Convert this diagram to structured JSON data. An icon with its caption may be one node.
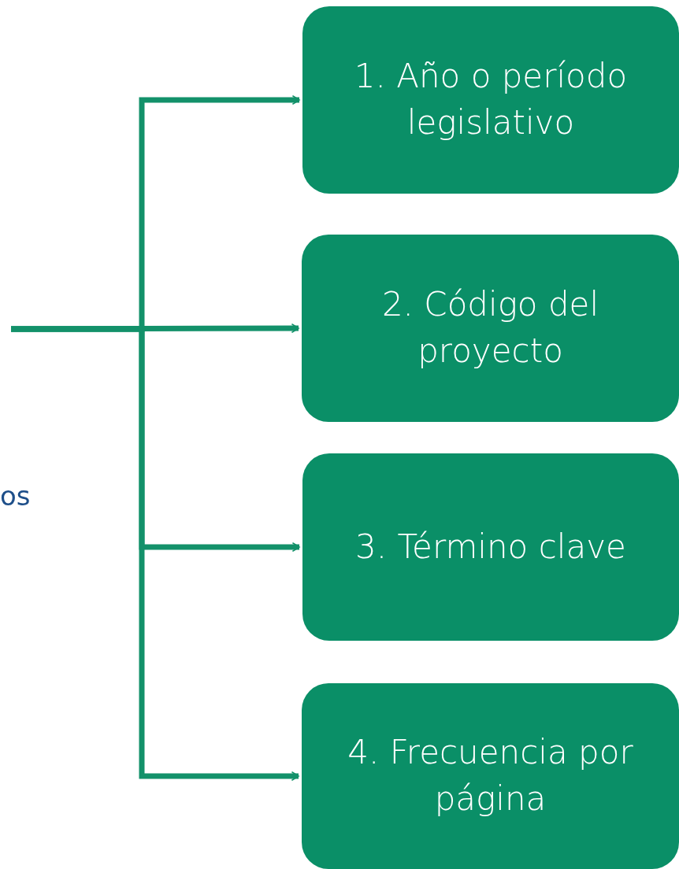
{
  "diagram": {
    "nodes": [
      {
        "text": [
          "1. Año o período legislativo"
        ]
      },
      {
        "text": [
          "2. Código del proyecto"
        ]
      },
      {
        "text": [
          "3. Término clave"
        ]
      },
      {
        "text": [
          "4. Frecuencia por página"
        ]
      }
    ],
    "edges": [
      {
        "from": null,
        "to": 0,
        "arrow": "to"
      },
      {
        "from": null,
        "to": 1,
        "arrow": "to"
      },
      {
        "from": null,
        "to": 2,
        "arrow": "to"
      },
      {
        "from": null,
        "to": 3,
        "arrow": "to"
      }
    ],
    "labels": [
      "os"
    ]
  }
}
